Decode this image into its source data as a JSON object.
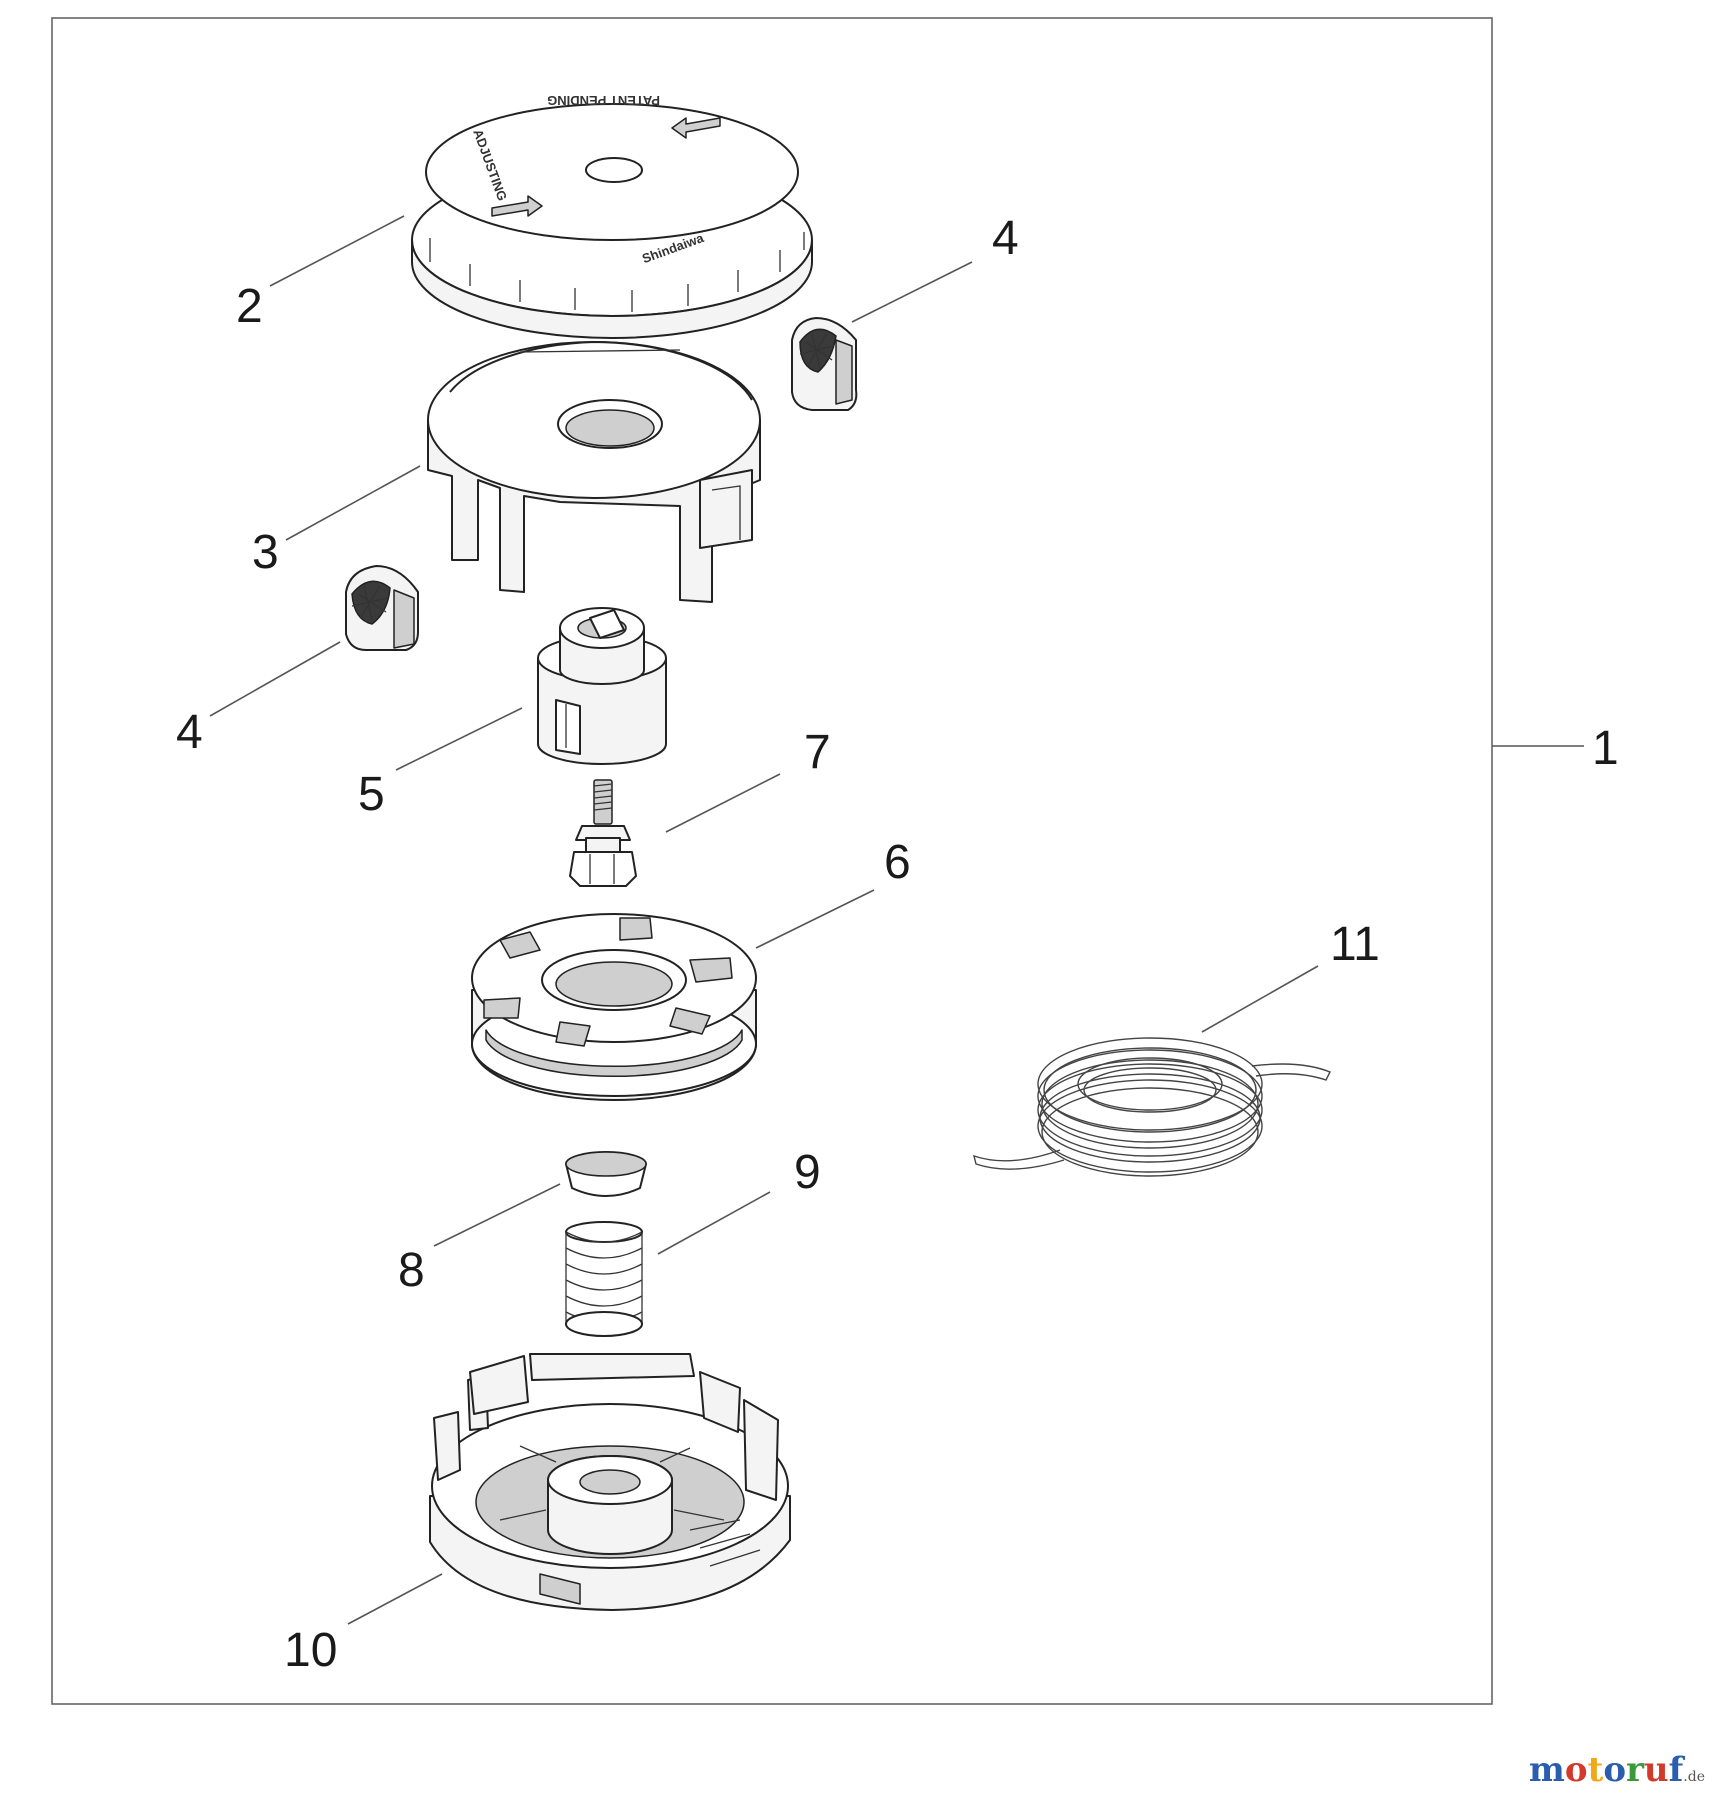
{
  "parts": [
    {
      "id": "part-1",
      "label": "1"
    },
    {
      "id": "part-2",
      "label": "2"
    },
    {
      "id": "part-3",
      "label": "3"
    },
    {
      "id": "part-4a",
      "label": "4"
    },
    {
      "id": "part-4b",
      "label": "4"
    },
    {
      "id": "part-5",
      "label": "5"
    },
    {
      "id": "part-6",
      "label": "6"
    },
    {
      "id": "part-7",
      "label": "7"
    },
    {
      "id": "part-8",
      "label": "8"
    },
    {
      "id": "part-9",
      "label": "9"
    },
    {
      "id": "part-10",
      "label": "10"
    },
    {
      "id": "part-11",
      "label": "11"
    }
  ],
  "cap_markings": {
    "line1": "PATENT PENDING",
    "line2": "Shindaiwa",
    "line3": "ADJUSTING"
  },
  "watermark": {
    "text": [
      "m",
      "o",
      "t",
      "o",
      "r",
      "u",
      "f"
    ],
    "colors": [
      "#2a5db0",
      "#d33a2c",
      "#f0a818",
      "#2a5db0",
      "#3a9a3a",
      "#d33a2c",
      "#2a5db0"
    ],
    "suffix": ".de"
  }
}
